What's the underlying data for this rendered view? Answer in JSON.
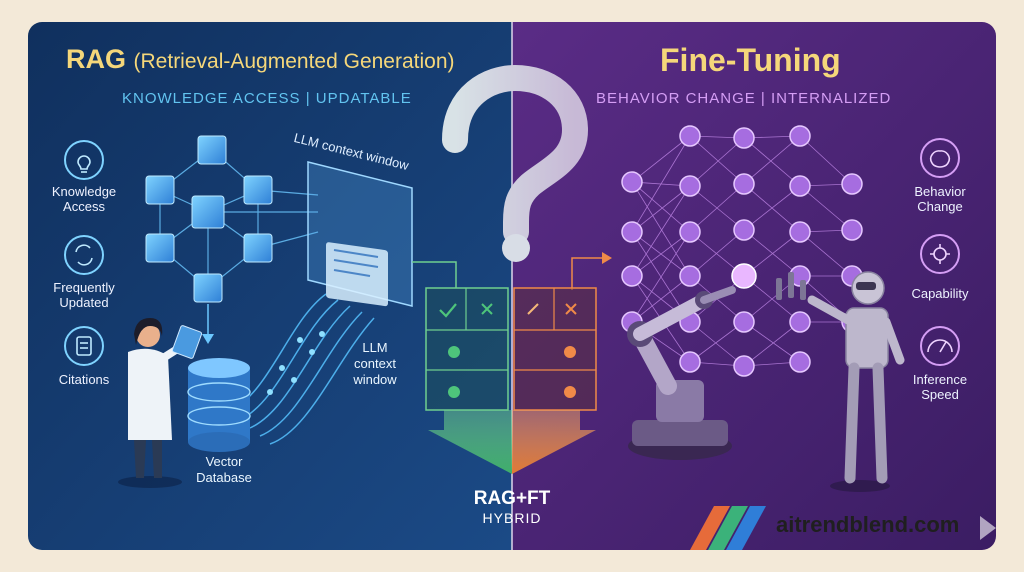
{
  "rag": {
    "title": "RAG",
    "subtitle": "(Retrieval-Augmented Generation)",
    "tagline": "KNOWLEDGE ACCESS | UPDATABLE",
    "features": [
      {
        "label": "Knowledge\nAccess",
        "icon": "lightbulb-icon"
      },
      {
        "label": "Frequently\nUpdated",
        "icon": "refresh-icon"
      },
      {
        "label": "Citations",
        "icon": "document-icon"
      }
    ],
    "context_window_tilted": "LLM context window",
    "context_window_label": "LLM\ncontext\nwindow",
    "vector_db_label": "Vector\nDatabase"
  },
  "center": {
    "hybrid_title": "RAG+FT",
    "hybrid_subtitle": "HYBRID"
  },
  "ft": {
    "title": "Fine-Tuning",
    "tagline": "BEHAVIOR CHANGE | INTERNALIZED",
    "features": [
      {
        "label": "Behavior\nChange",
        "icon": "brain-icon"
      },
      {
        "label": "Capability",
        "icon": "gear-icon"
      },
      {
        "label": "Inference\nSpeed",
        "icon": "speedometer-icon"
      }
    ]
  },
  "brand": {
    "site": "aitrendblend.com"
  },
  "colors": {
    "rag_bg": "#143a6e",
    "ft_bg": "#4a2576",
    "title_yellow": "#f5d77a",
    "rag_accent": "#62c4f0",
    "ft_accent": "#d59ef5",
    "check_green": "#4ec57b",
    "cross_orange": "#f08a48"
  }
}
